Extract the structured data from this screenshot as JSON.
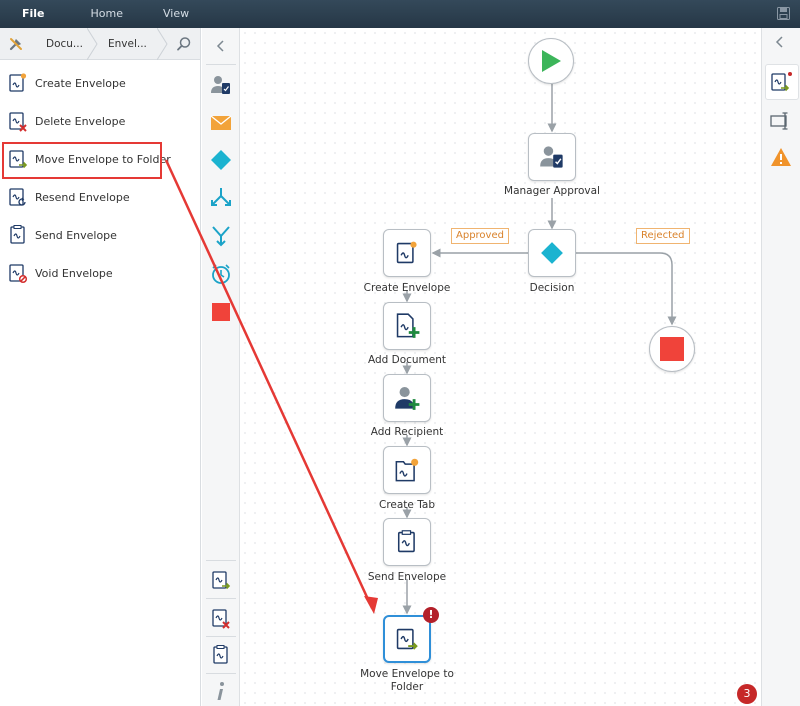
{
  "menu": {
    "file": "File",
    "home": "Home",
    "view": "View"
  },
  "breadcrumb": {
    "seg1": "Docu...",
    "seg2": "Envel..."
  },
  "actions": [
    {
      "label": "Create Envelope",
      "icon": "create-envelope-icon"
    },
    {
      "label": "Delete Envelope",
      "icon": "delete-envelope-icon"
    },
    {
      "label": "Move Envelope to Folder",
      "icon": "move-envelope-icon",
      "selected": true
    },
    {
      "label": "Resend Envelope",
      "icon": "resend-envelope-icon"
    },
    {
      "label": "Send Envelope",
      "icon": "send-envelope-icon"
    },
    {
      "label": "Void Envelope",
      "icon": "void-envelope-icon"
    }
  ],
  "toolbox": [
    "user-task-icon",
    "email-icon",
    "decision-icon",
    "split-icon",
    "merge-icon",
    "timer-icon",
    "stop-icon"
  ],
  "toolbox_bottom": [
    "move-envelope-icon",
    "delete-envelope-icon",
    "send-envelope-icon",
    "info-icon"
  ],
  "workflow": {
    "nodes": {
      "manager_approval": "Manager Approval",
      "decision": "Decision",
      "create_envelope": "Create Envelope",
      "add_document": "Add Document",
      "add_recipient": "Add Recipient",
      "create_tab": "Create Tab",
      "send_envelope": "Send Envelope",
      "move_envelope": "Move Envelope to Folder"
    },
    "branches": {
      "approved": "Approved",
      "rejected": "Rejected"
    },
    "error_badge": "!",
    "issue_count": "3"
  },
  "colors": {
    "accent_blue": "#2f8fd8",
    "start_green": "#3cb55a",
    "stop_red": "#f0433a",
    "decision_teal": "#1bb3d0",
    "annotation_red": "#e53935",
    "branch_orange": "#d9822b"
  }
}
